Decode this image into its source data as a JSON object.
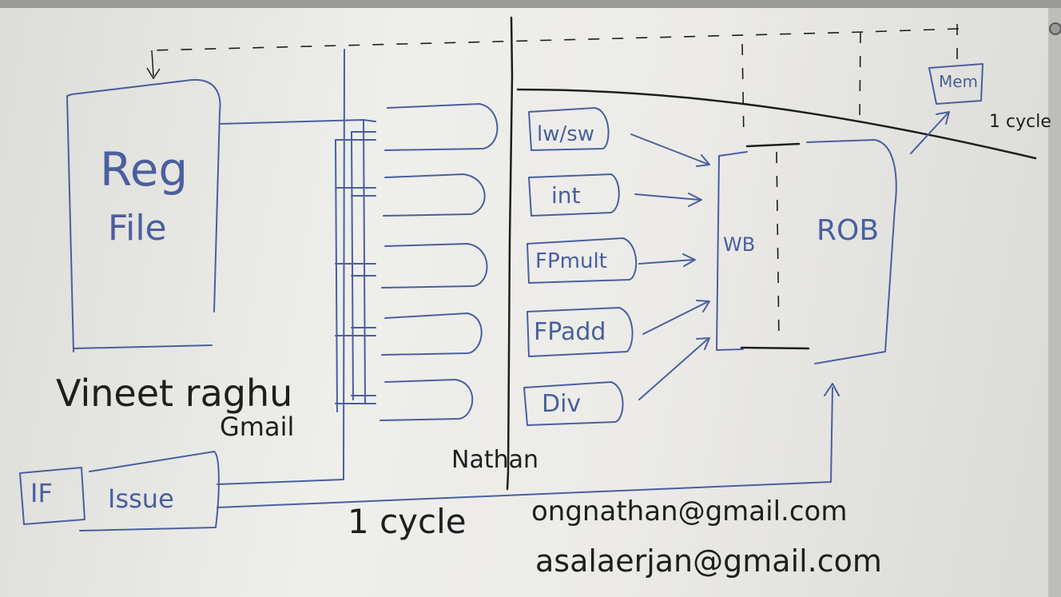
{
  "regfile": {
    "line1": "Reg",
    "line2": "File"
  },
  "units": [
    "lw/sw",
    "int",
    "FPmult",
    "FPadd",
    "Div"
  ],
  "wb": "WB",
  "rob": "ROB",
  "mem": "Mem",
  "cycle_top": "1 cycle",
  "cycle_bottom": "1 cycle",
  "if_label": "IF",
  "issue_label": "Issue",
  "names": {
    "vineet": "Vineet raghu",
    "gmail": "Gmail",
    "nathan": "Nathan"
  },
  "emails": [
    "ongnathan@gmail.com",
    "asalaerjan@gmail.com"
  ],
  "colors": {
    "blue_marker": "#4a5f9e",
    "black_marker": "#1e1e1e",
    "board": "#ecebe8"
  }
}
